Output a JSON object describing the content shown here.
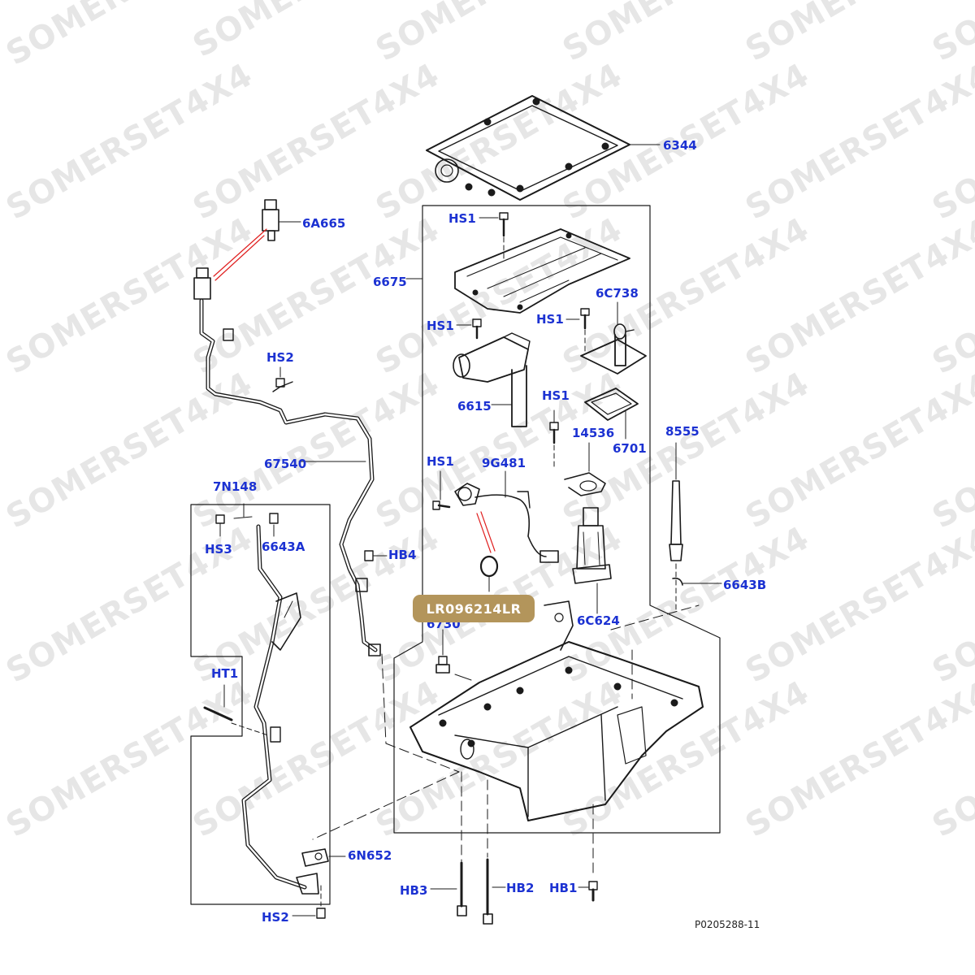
{
  "watermark": "SOMERSET4X4",
  "figure_ref": "P0205288-11",
  "highlight_badge": {
    "label": "LR096214LR",
    "color": "#b3955b"
  },
  "callout_color": "#1c32d2",
  "callouts": {
    "c6344": "6344",
    "c6A665": "6A665",
    "c6675": "6675",
    "cHS1a": "HS1",
    "cHS1b": "HS1",
    "cHS1c": "HS1",
    "c6C738": "6C738",
    "cHS1d": "HS1",
    "cHS2a": "HS2",
    "c6615": "6615",
    "c6701": "6701",
    "c14536": "14536",
    "c8555": "8555",
    "cHS1e": "HS1",
    "c9G481": "9G481",
    "c67540": "67540",
    "c7N148": "7N148",
    "cHS3": "HS3",
    "c6643A": "6643A",
    "cHB4": "HB4",
    "c6643B": "6643B",
    "c6C624": "6C624",
    "c6730": "6730",
    "cHT1": "HT1",
    "c6N652": "6N652",
    "cHB3": "HB3",
    "cHB2": "HB2",
    "cHB1": "HB1",
    "cHS2b": "HS2"
  }
}
